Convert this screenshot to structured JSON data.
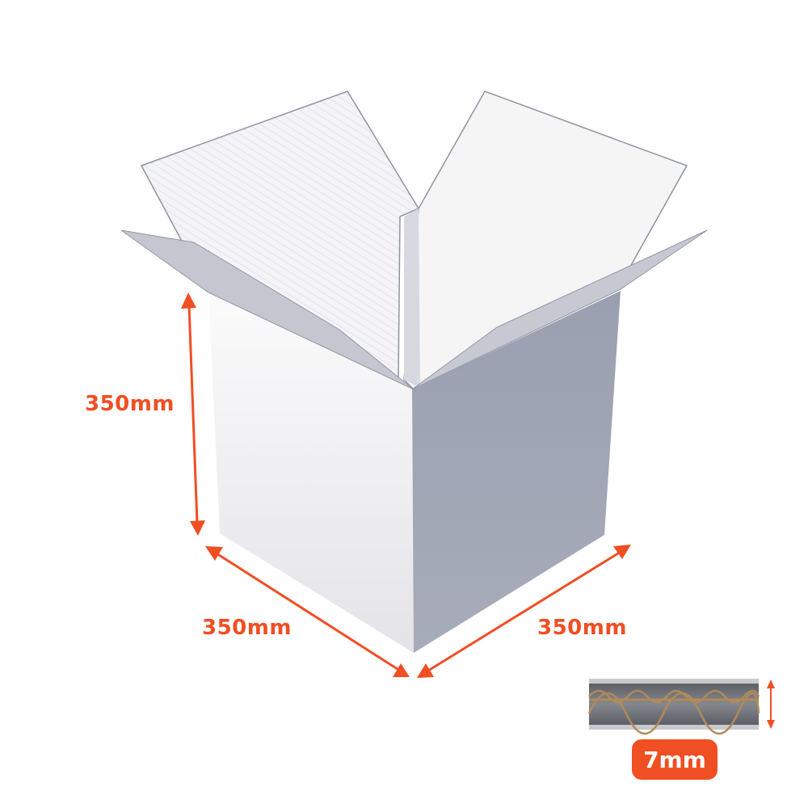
{
  "dimensions": {
    "height_label": "350mm",
    "width_label": "350mm",
    "depth_label": "350mm",
    "wall_thickness_label": "7mm"
  },
  "colors": {
    "accent": "#f04e23",
    "box_front": "#f2f2f4",
    "box_side": "#a1a7b6",
    "flute": "#b08a5a"
  }
}
